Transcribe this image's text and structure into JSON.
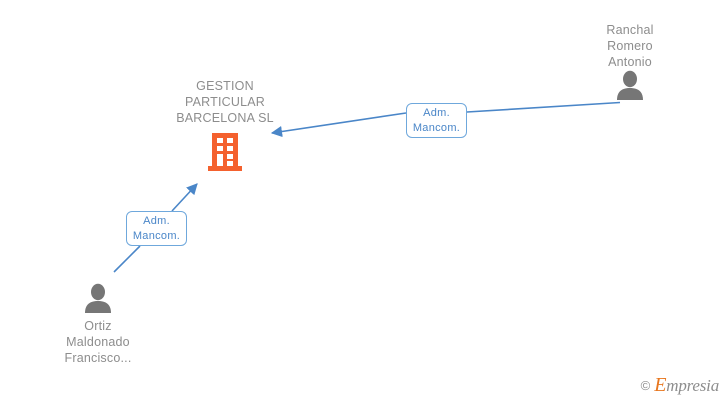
{
  "graph": {
    "background_color": "#ffffff",
    "company": {
      "name": "GESTION\nPARTICULAR\nBARCELONA SL",
      "icon": "building-icon",
      "icon_color": "#f4612e",
      "text_color": "#8d8d8d"
    },
    "people": [
      {
        "name": "Ranchal\nRomero\nAntonio",
        "icon": "person-icon",
        "icon_color": "#767676"
      },
      {
        "name": "Ortiz\nMaldonado\nFrancisco...",
        "icon": "person-icon",
        "icon_color": "#767676"
      }
    ],
    "relations": [
      {
        "label": "Adm.\nMancom.",
        "border_color": "#6fa8dc",
        "text_color": "#4a86c8"
      },
      {
        "label": "Adm.\nMancom.",
        "border_color": "#6fa8dc",
        "text_color": "#4a86c8"
      }
    ],
    "edge_color": "#4a86c8"
  },
  "watermark": {
    "copyright": "©",
    "brand_initial": "E",
    "brand_rest": "mpresia",
    "brand_color": "#e8771f",
    "text_color": "#8d8d8d"
  }
}
